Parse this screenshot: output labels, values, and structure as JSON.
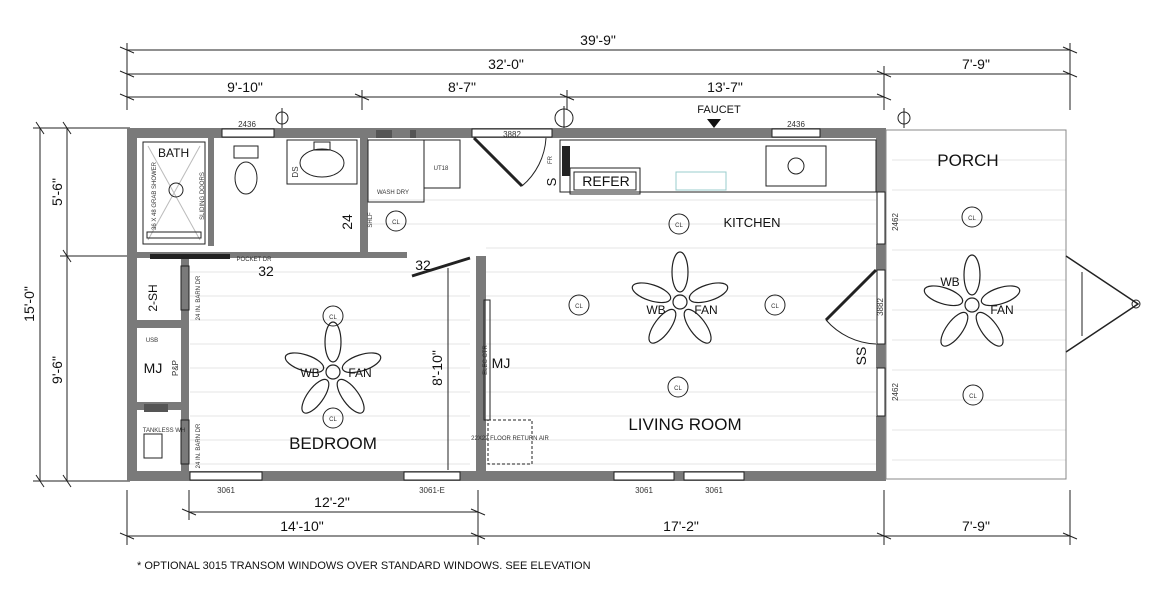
{
  "dimensions": {
    "overall_length": "39'-9\"",
    "body_length": "32'-0\"",
    "porch_top": "7'-9\"",
    "seg_bath": "9'-10\"",
    "seg_mid": "8'-7\"",
    "seg_kitchen": "13'-7\"",
    "height_upper": "5'-6\"",
    "height_total": "15'-0\"",
    "height_lower": "9'-6\"",
    "bottom_bedroom_inner": "12'-2\"",
    "bottom_bedroom": "14'-10\"",
    "bottom_living": "17'-2\"",
    "porch_bottom": "7'-9\"",
    "bedroom_depth": "8'-10\"",
    "hall_24": "24",
    "pocket_32": "32",
    "door_32": "32"
  },
  "rooms": {
    "bath": "BATH",
    "kitchen": "KITCHEN",
    "porch": "PORCH",
    "bedroom": "BEDROOM",
    "living": "LIVING ROOM",
    "refer": "REFER",
    "two_sh": "2-SH",
    "mj_closet": "MJ",
    "mj_living": "MJ"
  },
  "fixtures": {
    "faucet": "FAUCET",
    "win_2436_a": "2436",
    "win_2436_b": "2436",
    "door_3882_top": "3882",
    "door_3882_side": "3882",
    "win_2462_a": "2462",
    "win_2462_b": "2462",
    "win_3061_a": "3061",
    "win_3061_e": "3061-E",
    "win_3061_b": "3061",
    "win_3061_c": "3061",
    "ut18": "UT18",
    "wash_dry": "WASH\nDRY",
    "ds": "DS",
    "pocket_dr": "POCKET DR",
    "cl": "CL",
    "wb": "WB",
    "fan": "FAN",
    "pp": "P&P",
    "usb": "USB",
    "barn_dr": "24 IN. BARN DR",
    "floor_return": "22X22 FLOOR RETURN AIR",
    "shower": "36 X 48 GRAB SHOWER",
    "sliding_doors": "SLIDING DOORS",
    "tankless": "TANKLESS WH",
    "ss": "SS",
    "s": "S",
    "fr": "FR",
    "elec": "ELEC CTR",
    "shlf": "SHLF"
  },
  "footnote": "* OPTIONAL 3015 TRANSOM WINDOWS OVER STANDARD WINDOWS. SEE ELEVATION"
}
